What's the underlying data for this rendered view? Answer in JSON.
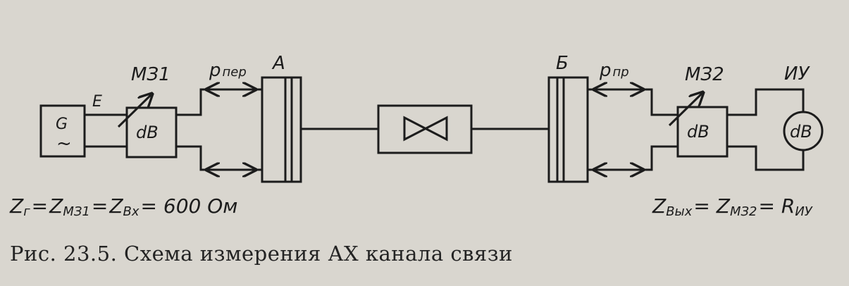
{
  "labels": {
    "generator_letter": "G",
    "generator_symbol": "~",
    "e_label": "E",
    "mz1_label": "МЗ1",
    "mz2_label": "МЗ2",
    "db_label_1": "dB",
    "db_label_2": "dB",
    "db_label_meter": "dB",
    "p_per_main": "p",
    "p_per_sub": "пер",
    "p_pr_main": "p",
    "p_pr_sub": "пр",
    "a_label": "А",
    "b_label": "Б",
    "iu_label": "ИУ"
  },
  "formula_left": {
    "z1": "Z",
    "z1_sub": "г",
    "eq1": "=",
    "z2": "Z",
    "z2_sub": "МЗ1",
    "eq2": "=",
    "z3": "Z",
    "z3_sub": "Вх",
    "eq3": "= 600  Ом"
  },
  "formula_right": {
    "z1": "Z",
    "z1_sub": "Вых",
    "eq1": "= Z",
    "z2_sub": "МЗ2",
    "eq2": "= R",
    "r_sub": "ИУ"
  },
  "caption": "Рис. 23.5. Схема измерения АХ канала связи"
}
